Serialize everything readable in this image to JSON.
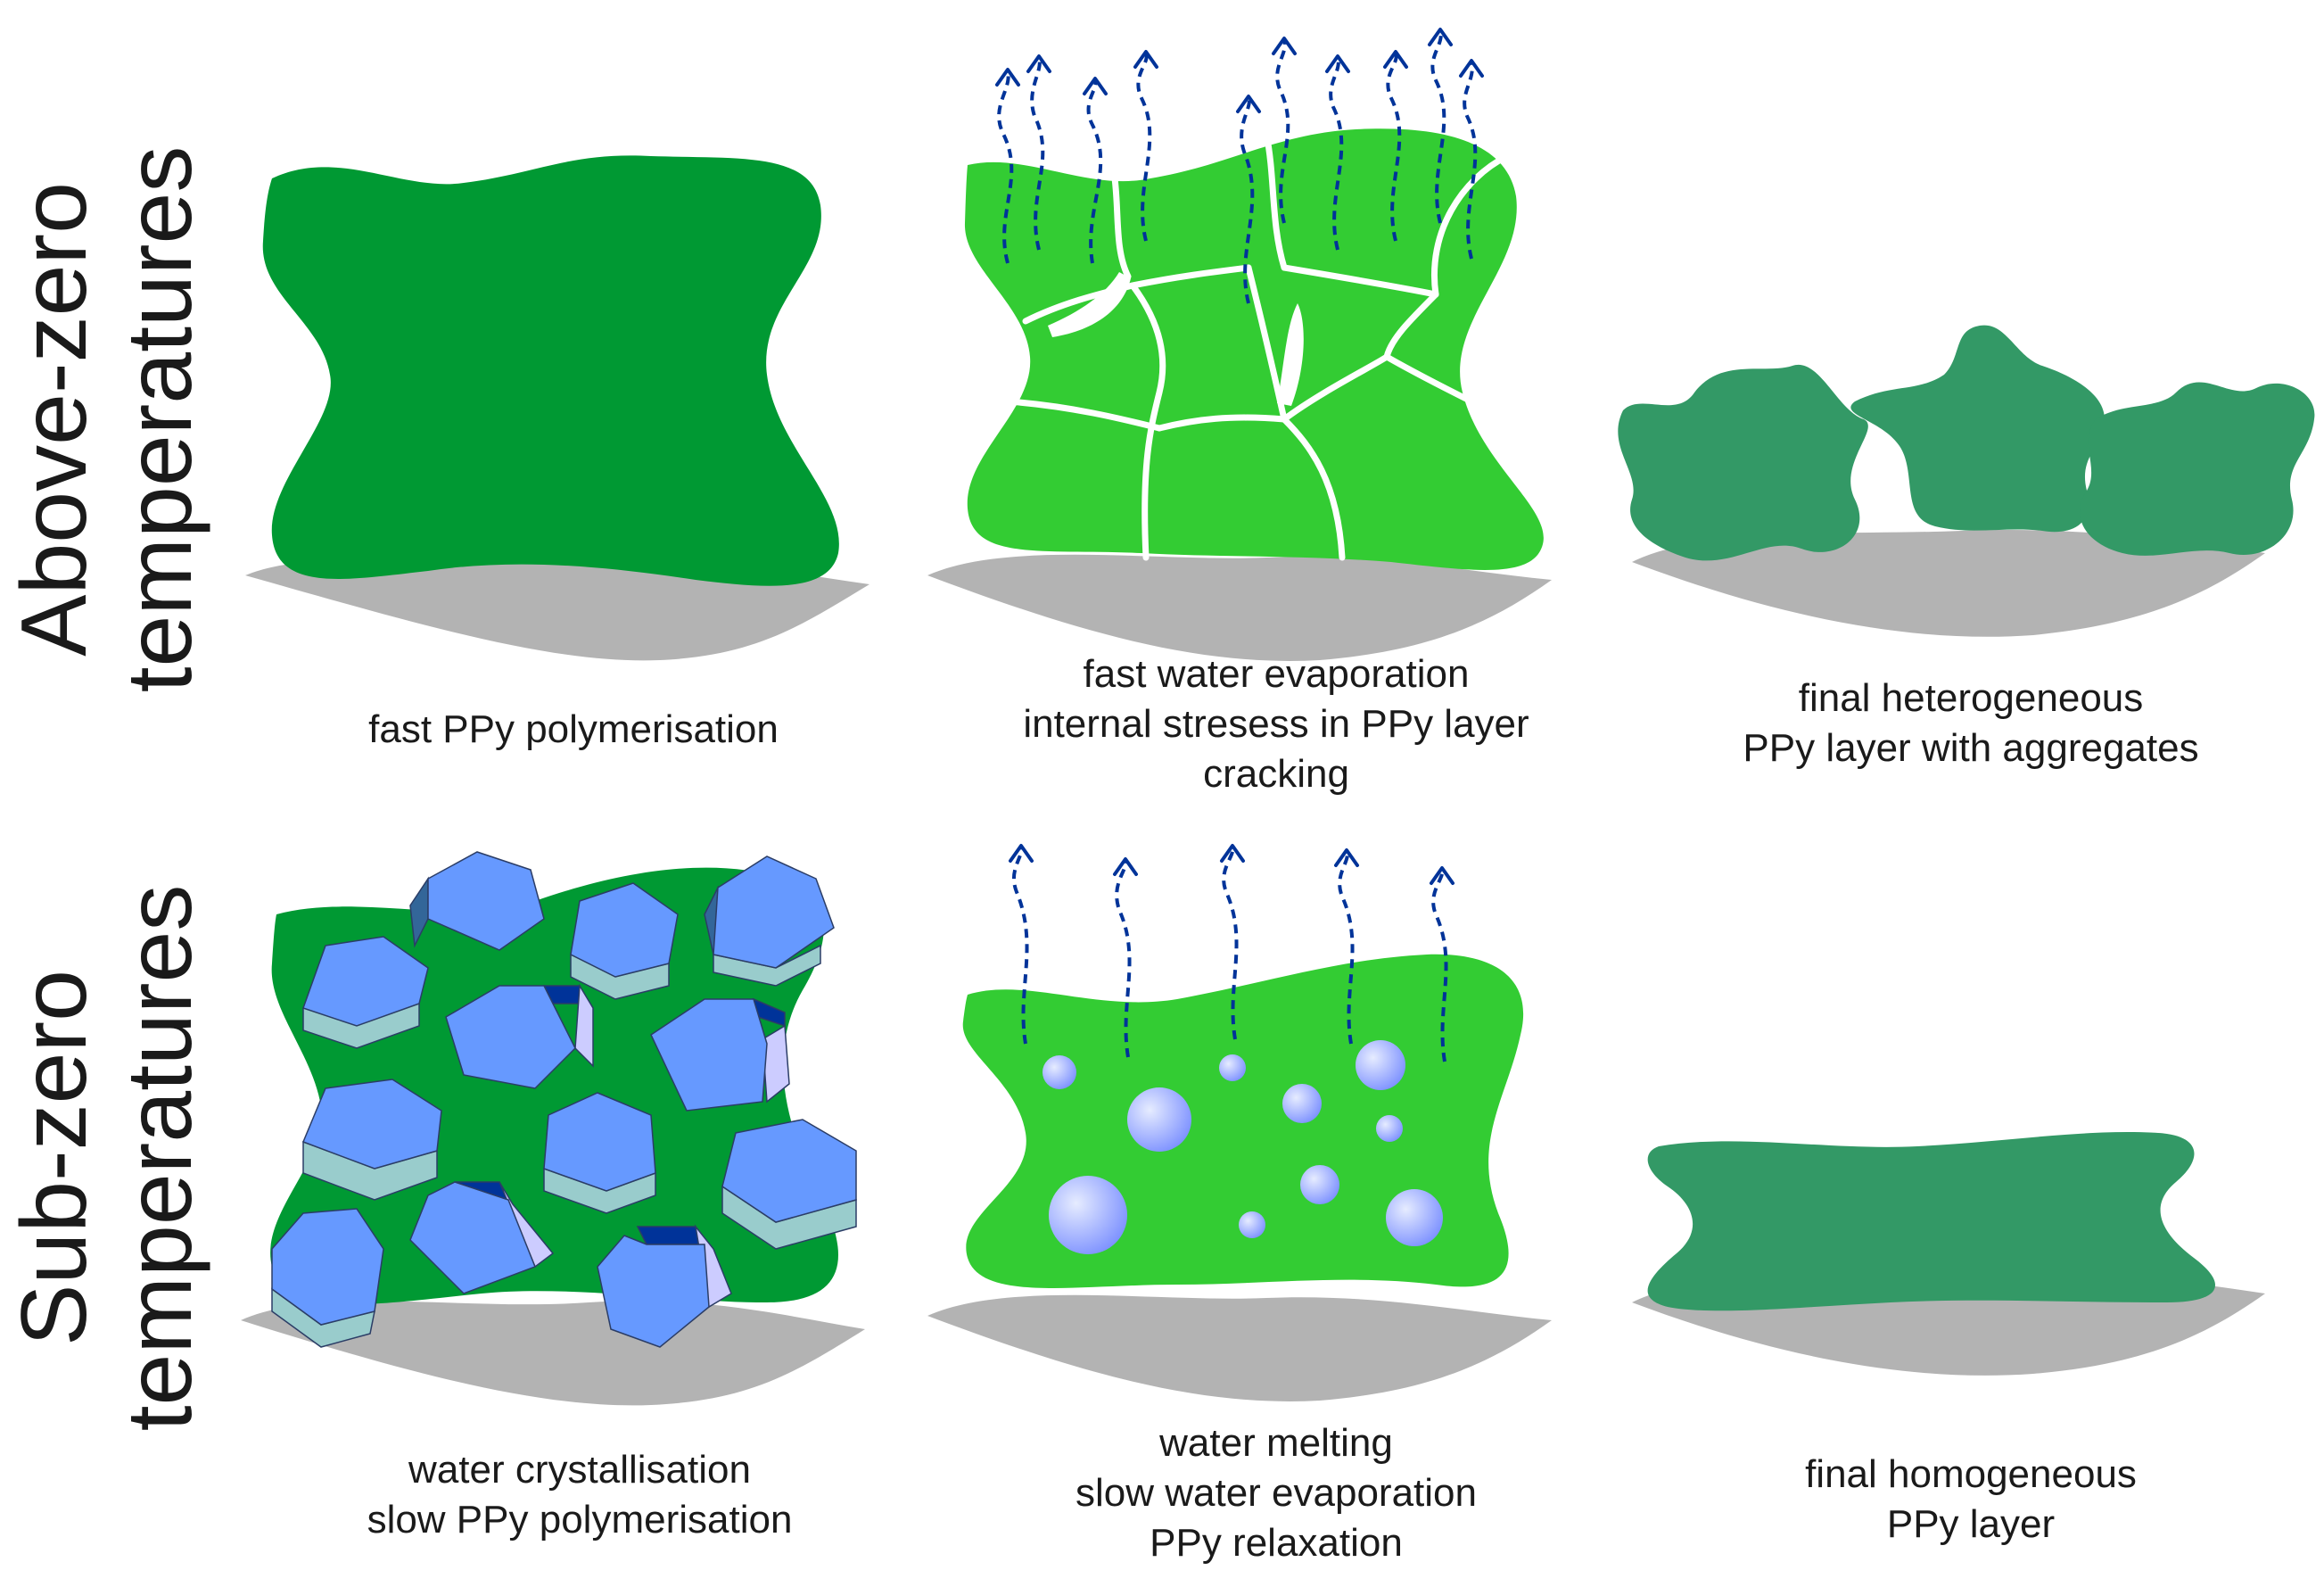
{
  "colors": {
    "dark_green": "#009933",
    "light_green": "#33cc33",
    "teal_green": "#339966",
    "shadow_grey": "#b3b3b3",
    "ice_blue": "#6699ff",
    "ice_side": "#99cccc",
    "ice_dark": "#003399",
    "ice_pale": "#ccccff",
    "arrow_blue": "#003399",
    "droplet_blue": "#99aaff"
  },
  "rows": [
    {
      "label_line1": "Above-zero",
      "label_line2": "temperatures",
      "captions": [
        [
          "fast PPy polymerisation"
        ],
        [
          "fast water evaporation",
          "internal stresess in PPy layer",
          "cracking"
        ],
        [
          "final heterogeneous",
          "PPy layer with aggregates"
        ]
      ]
    },
    {
      "label_line1": "Sub-zero",
      "label_line2": "temperatures",
      "captions": [
        [
          "water crystallisation",
          "slow PPy polymerisation"
        ],
        [
          "water melting",
          "slow water evaporation",
          "PPy relaxation"
        ],
        [
          "final homogeneous",
          "PPy layer"
        ]
      ]
    }
  ]
}
